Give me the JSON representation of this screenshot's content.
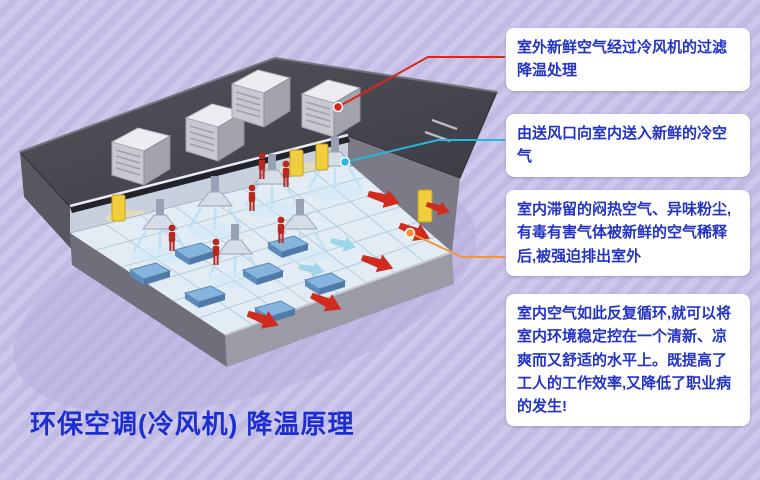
{
  "title": {
    "text": "环保空调(冷风机)  降温原理",
    "color": "#1c2ed0"
  },
  "callouts": [
    {
      "text": "室外新鲜空气经过冷风机的过滤降温处理",
      "connector_color": "#d8281e"
    },
    {
      "text": "由送风口向室内送入新鲜的冷空气",
      "connector_color": "#29b7dd"
    },
    {
      "text": "室内滞留的闷热空气、异味粉尘,有毒有害气体被新鲜的空气稀释后,被强迫排出室外",
      "connector_color": "#f2953c"
    },
    {
      "text": "室内空气如此反复循环,就可以将室内环境稳定控在一个清新、凉爽而又舒适的水平上。既提高了工人的工作效率,又降低了职业病的发生!"
    }
  ],
  "colors": {
    "background_base": "#cdc7eb",
    "background_stripe": "#c1bbe4",
    "callout_bg": "#ffffff",
    "callout_text": "#2333c6",
    "roof": "#45454e",
    "floor": "#e2ecf4",
    "exhaust_arrow_red": "#cf2b1f",
    "supply_air_blue": "#9fd6ec",
    "worker_red": "#b8281e",
    "machine_yellow": "#f1ce3e"
  }
}
